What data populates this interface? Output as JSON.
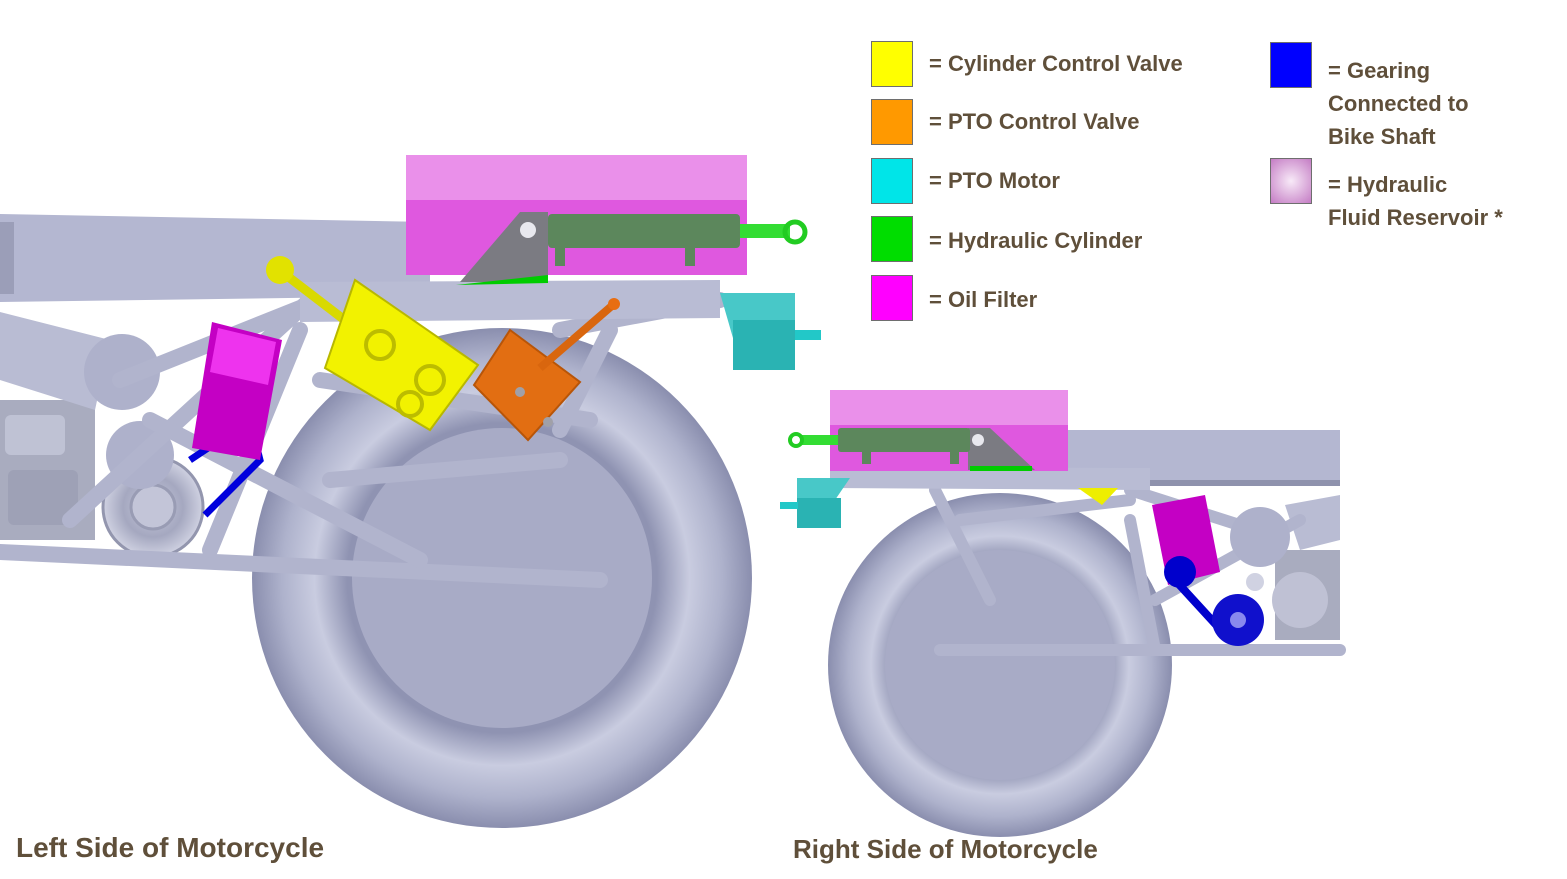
{
  "legend": {
    "items": [
      {
        "label": "= Cylinder Control Valve",
        "color": "#ffff00"
      },
      {
        "label": "= PTO Control Valve",
        "color": "#ff9900"
      },
      {
        "label": "= PTO Motor",
        "color": "#00e5e8"
      },
      {
        "label": "= Hydraulic Cylinder",
        "color": "#00dd00"
      },
      {
        "label": "= Oil Filter",
        "color": "#ff00ff"
      },
      {
        "label": "= Gearing\nConnected to\nBike Shaft",
        "color": "#0000ff"
      },
      {
        "label": "= Hydraulic\nFluid Reservoir *",
        "color": "#d89ad8"
      }
    ]
  },
  "captions": {
    "left": "Left Side of Motorcycle",
    "right": "Right Side of Motorcycle"
  },
  "colors": {
    "frame": "#b3b6cf",
    "frame_dark": "#9a9db8",
    "tire": "#a9adc8",
    "hub": "#aeb1cc",
    "reservoir": "#e891e8",
    "reservoir_dark": "#dd55dd",
    "cylinder": "#5f8a5f",
    "bracket": "#7d7d83",
    "text": "#5f4f3a"
  }
}
